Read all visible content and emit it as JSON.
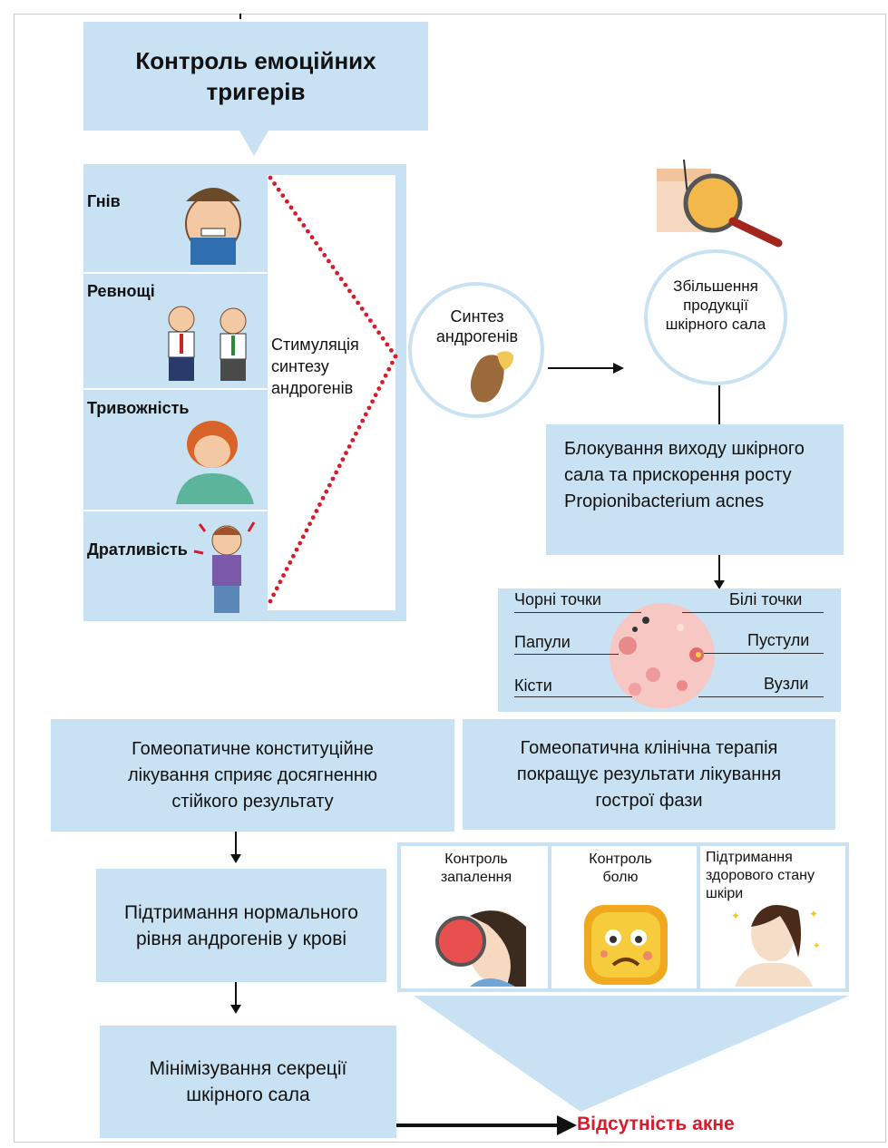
{
  "title": "Контроль емоційних тригерів",
  "emotions": [
    {
      "label": "Гнів"
    },
    {
      "label": "Ревнощі"
    },
    {
      "label": "Тривожність"
    },
    {
      "label": "Дратливість"
    }
  ],
  "stimulation_label": "Стимуляція синтезу андрогенів",
  "synthesis_label": "Синтез андрогенів",
  "sebum_increase": "Збільшення продукції шкірного сала",
  "blocking": "Блокування виходу шкірного сала та прискорення росту Propionibacterium acnes",
  "lesions": {
    "black": "Чорні точки",
    "white": "Білі точки",
    "papules": "Папули",
    "pustules": "Пустули",
    "cysts": "Кісти",
    "nodes": "Вузли"
  },
  "constitutional": "Гомеопатичне конституційне лікування сприяє досягненню стійкого результату",
  "clinical": "Гомеопатична клінічна терапія покращує результати лікування гострої фази",
  "maintain_androgens": "Підтримання нормального рівня андрогенів у крові",
  "minimize_sebum": "Мінімізування секреції шкірного сала",
  "controls": [
    {
      "label": "Контроль запалення"
    },
    {
      "label": "Контроль болю"
    },
    {
      "label": "Підтримання здорового стану шкіри"
    }
  ],
  "result": "Відсутність акне",
  "colors": {
    "box": "#c9e2f3",
    "dots": "#d81b2a",
    "result": "#d81b2a"
  }
}
